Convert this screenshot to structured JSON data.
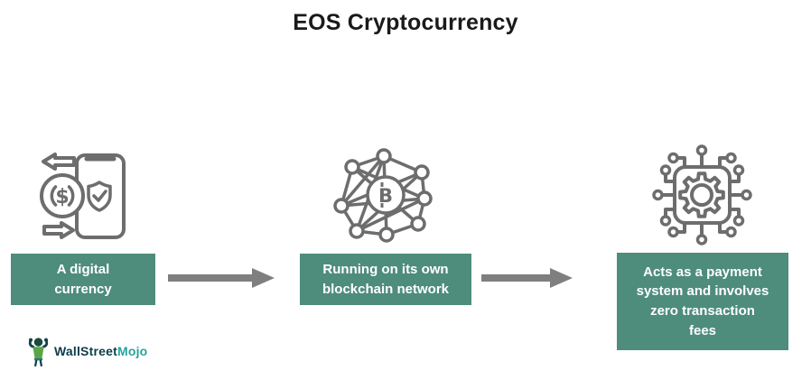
{
  "title": "EOS Cryptocurrency",
  "steps": [
    {
      "name": "digital-currency",
      "label": "A digital currency",
      "icon": "money-transfer-phone-icon"
    },
    {
      "name": "blockchain-network",
      "label": "Running on its own blockchain network",
      "icon": "blockchain-network-icon"
    },
    {
      "name": "payment-system",
      "label": "Acts as a payment system and involves zero transaction fees",
      "icon": "chip-gear-icon"
    }
  ],
  "arrows": [
    {
      "name": "flow-arrow-1",
      "direction": "right"
    },
    {
      "name": "flow-arrow-2",
      "direction": "right"
    }
  ],
  "logo": {
    "text_primary": "WallStreet",
    "text_secondary": "Mojo"
  },
  "colors": {
    "step_box_bg": "#4e8c7c",
    "step_box_text": "#ffffff",
    "arrow_gray": "#7f7f7f",
    "icon_gray": "#6d6d6d",
    "title_text": "#1a1a1a",
    "logo_primary": "#0d3c4b",
    "logo_secondary": "#27a49e"
  }
}
